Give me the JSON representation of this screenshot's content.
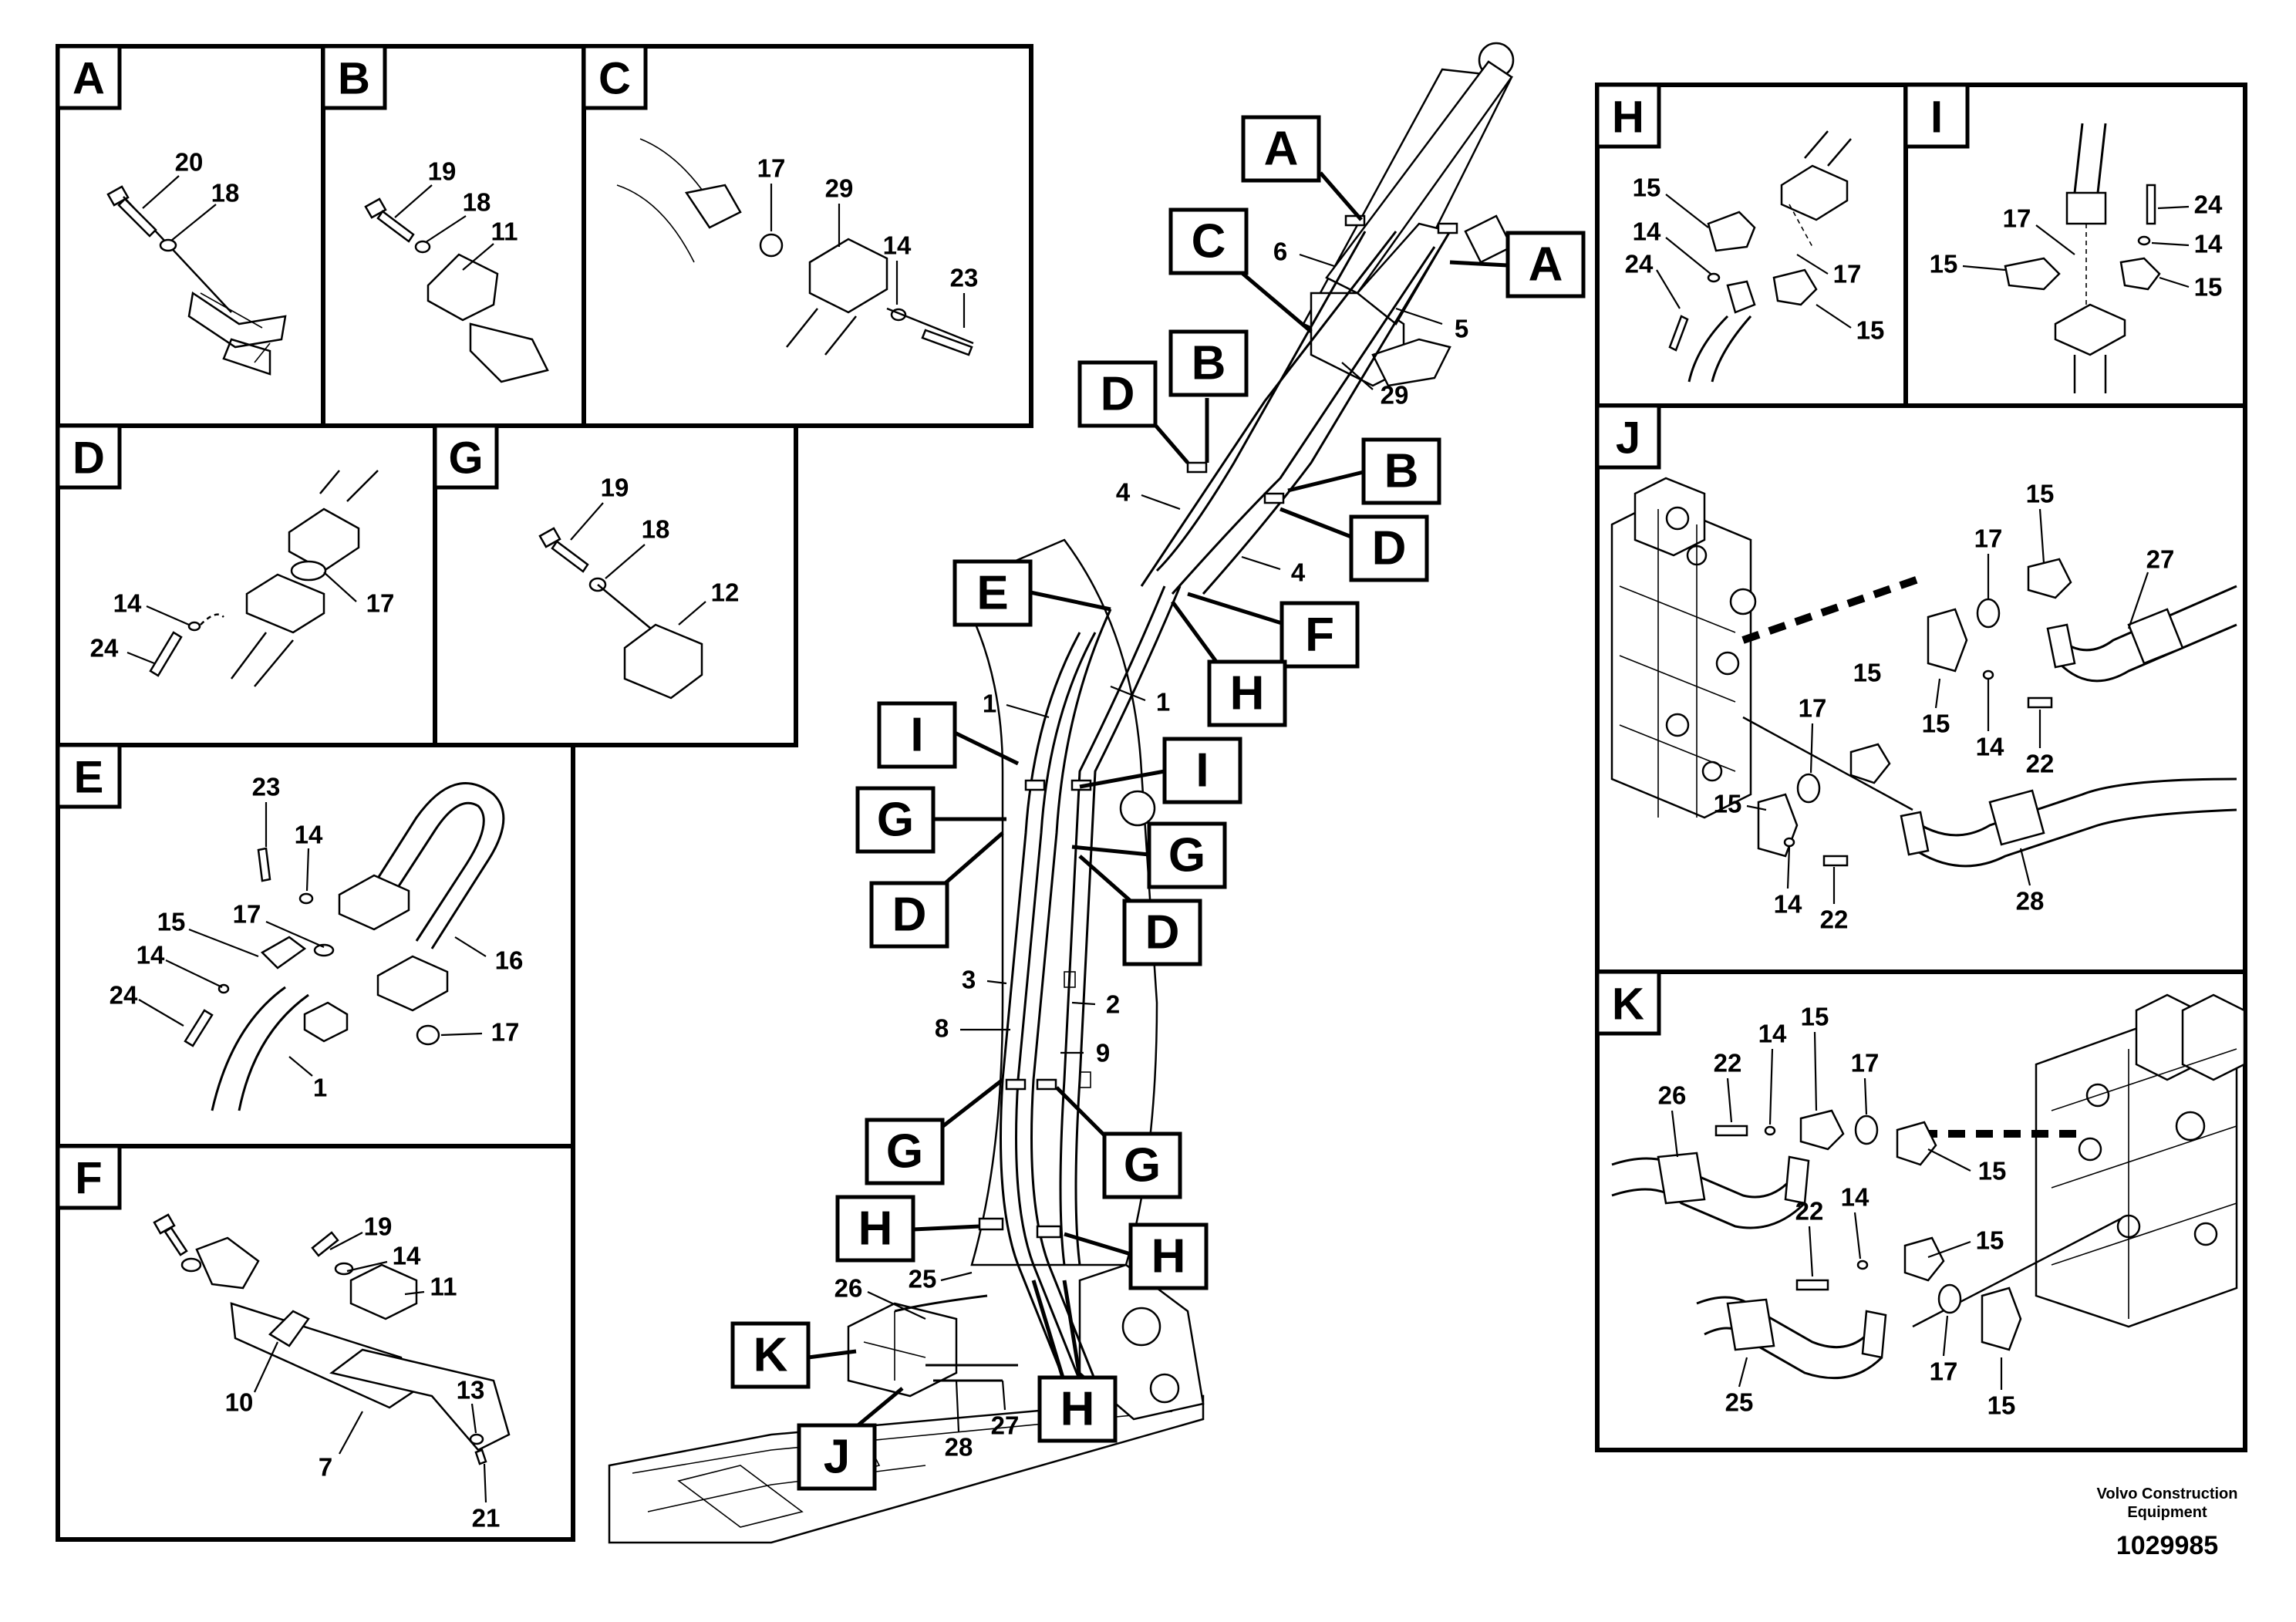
{
  "panels": [
    {
      "key": "A",
      "label": "A",
      "parts": [
        "20",
        "18"
      ]
    },
    {
      "key": "B",
      "label": "B",
      "parts": [
        "19",
        "18",
        "11"
      ]
    },
    {
      "key": "C",
      "label": "C",
      "parts": [
        "17",
        "29",
        "14",
        "23"
      ]
    },
    {
      "key": "D",
      "label": "D",
      "parts": [
        "14",
        "24",
        "17"
      ]
    },
    {
      "key": "G",
      "label": "G",
      "parts": [
        "19",
        "18",
        "12"
      ]
    },
    {
      "key": "E",
      "label": "E",
      "parts": [
        "23",
        "14",
        "15",
        "17",
        "14",
        "24",
        "16",
        "17",
        "1"
      ]
    },
    {
      "key": "F",
      "label": "F",
      "parts": [
        "19",
        "14",
        "11",
        "10",
        "13",
        "7",
        "21"
      ]
    },
    {
      "key": "H",
      "label": "H",
      "parts": [
        "15",
        "14",
        "24",
        "17",
        "15"
      ]
    },
    {
      "key": "I",
      "label": "I",
      "parts": [
        "24",
        "17",
        "14",
        "15",
        "15"
      ]
    },
    {
      "key": "J",
      "label": "J",
      "parts": [
        "15",
        "17",
        "27",
        "15",
        "17",
        "15",
        "14",
        "22",
        "15",
        "14",
        "22",
        "28"
      ]
    },
    {
      "key": "K",
      "label": "K",
      "parts": [
        "15",
        "22",
        "14",
        "17",
        "26",
        "15",
        "22",
        "14",
        "15",
        "25",
        "17",
        "15"
      ]
    }
  ],
  "main": {
    "callouts": [
      "A",
      "A",
      "C",
      "B",
      "D",
      "B",
      "D",
      "E",
      "F",
      "H",
      "I",
      "I",
      "G",
      "G",
      "D",
      "D",
      "G",
      "G",
      "H",
      "H",
      "K",
      "J",
      "H"
    ],
    "parts": [
      "6",
      "5",
      "29",
      "4",
      "4",
      "1",
      "1",
      "3",
      "2",
      "8",
      "9",
      "25",
      "26",
      "27",
      "28"
    ]
  },
  "footer": {
    "brand_line1": "Volvo Construction",
    "brand_line2": "Equipment",
    "doc_number": "1029985"
  }
}
